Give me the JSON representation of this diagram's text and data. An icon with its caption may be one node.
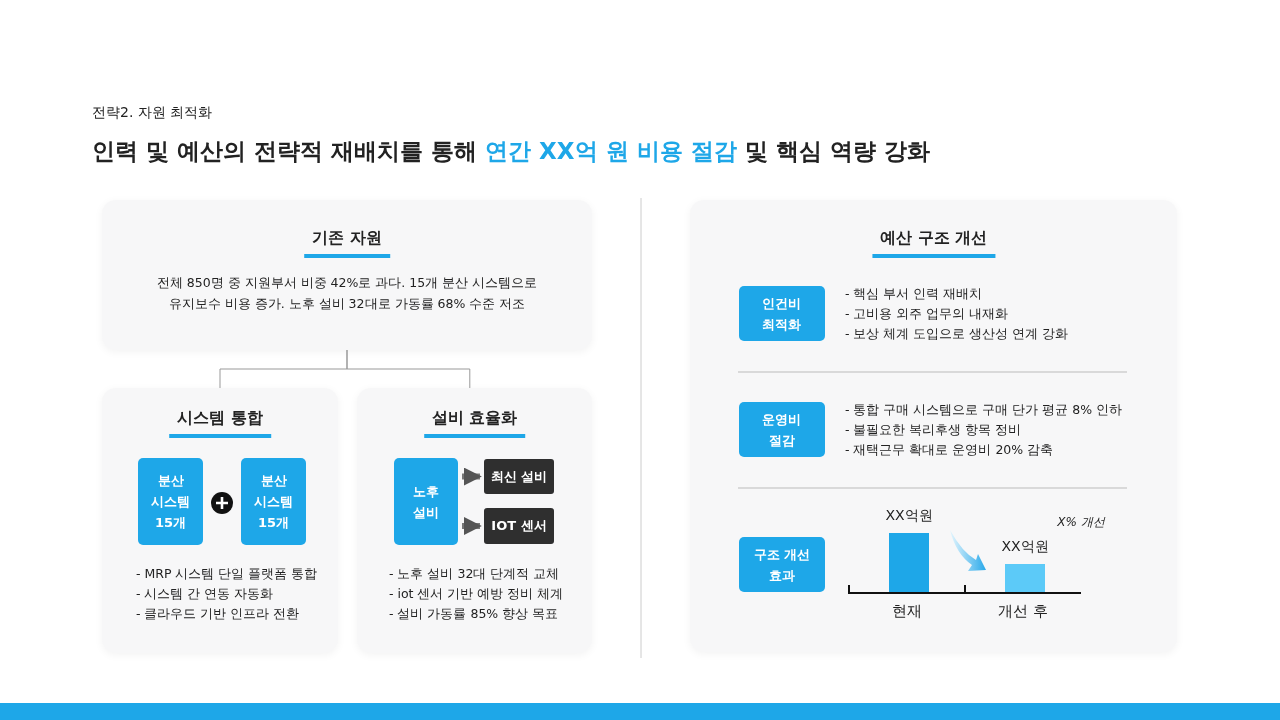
{
  "diagram": {
    "title": "인력 및 예산의 전략적 재배치를 통해 *연간 XX억 원 비용 절감* 및 핵심 역량 강화",
    "nodes": [
      {
        "text": [
          "기존 자원",
          "전체 850명 중 지원부서 비중 42%로 과다. 15개 분산 시스템으로 유지보수 비용 증가. 노후 설비 32대로 가동률 68% 수준 저조"
        ]
      },
      {
        "text": [
          "시스템 통합",
          "- MRP 시스템 단일 플랫폼 통합",
          "- 시스템 간 연동 자동화",
          "- 클라우드 기반 인프라 전환"
        ]
      },
      {
        "text": [
          "분산 시스템 15개"
        ],
        "in": 1
      },
      {
        "text": [
          "분산 시스템 15개"
        ],
        "in": 1
      },
      {
        "text": [
          "설비 효율화",
          "- 노후 설비 32대 단계적 교체",
          "- iot 센서 기반 예방 정비 체계",
          "- 설비 가동률 85% 향상 목표"
        ]
      },
      {
        "text": [
          "노후 설비"
        ],
        "in": 4
      },
      {
        "text": [
          "최신 설비"
        ],
        "in": 4
      },
      {
        "text": [
          "IOT 센서"
        ],
        "in": 4
      },
      {
        "text": [
          "예산 구조 개선"
        ]
      },
      {
        "text": [
          "인건비 최적화"
        ],
        "in": 8,
        "beside": [
          "- 핵심 부서 인력 재배치",
          "- 고비용 외주 업무의 내재화",
          "- 보상 체계 도입으로 생산성 연계 강화"
        ]
      },
      {
        "text": [
          "운영비 절감"
        ],
        "in": 8,
        "beside": [
          "- 통합 구매 시스템으로 구매 단가 평균 8% 인하",
          "- 불필요한 복리후생 항목 정비",
          "- 재택근무 확대로 운영비 20% 감축"
        ]
      },
      {
        "text": [
          "구조 개선 효과"
        ],
        "in": 8
      }
    ],
    "edges": [
      {
        "from": 0,
        "to": 1,
        "arrow": "none"
      },
      {
        "from": 0,
        "to": 4,
        "arrow": "none"
      },
      {
        "from": 5,
        "to": 6,
        "arrow": "to",
        "style": "thick"
      },
      {
        "from": 5,
        "to": 7,
        "arrow": "to",
        "style": "thick"
      }
    ],
    "labels": [
      "전략2. 자원 최적화",
      "XX억원",
      "X% 개선",
      "XX억원",
      "현재",
      "개선 후"
    ]
  }
}
